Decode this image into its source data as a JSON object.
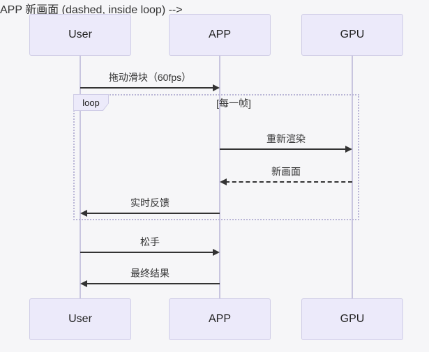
{
  "diagram": {
    "type": "sequence-diagram",
    "actors": [
      {
        "id": "user",
        "label": "User"
      },
      {
        "id": "app",
        "label": "APP"
      },
      {
        "id": "gpu",
        "label": "GPU"
      }
    ],
    "messages": [
      {
        "from": "User",
        "to": "APP",
        "label": "拖动滑块（60fps）",
        "style": "solid"
      },
      {
        "from": "APP",
        "to": "GPU",
        "label": "重新渲染",
        "style": "solid"
      },
      {
        "from": "GPU",
        "to": "APP",
        "label": "新画面",
        "style": "dashed"
      },
      {
        "from": "APP",
        "to": "User",
        "label": "实时反馈",
        "style": "solid"
      },
      {
        "from": "User",
        "to": "APP",
        "label": "松手",
        "style": "solid"
      },
      {
        "from": "APP",
        "to": "User",
        "label": "最终结果",
        "style": "solid"
      }
    ],
    "loop": {
      "label": "loop",
      "condition": "[每一帧]",
      "contains_messages": [
        "重新渲染",
        "新画面",
        "实时反馈"
      ]
    },
    "colors": {
      "background": "#f6f6f8",
      "actor_fill": "#eceafa",
      "actor_border": "#cfcce6",
      "lifeline": "#c8c5df",
      "loop_border": "#b9b5d6",
      "ink": "#333333"
    }
  }
}
